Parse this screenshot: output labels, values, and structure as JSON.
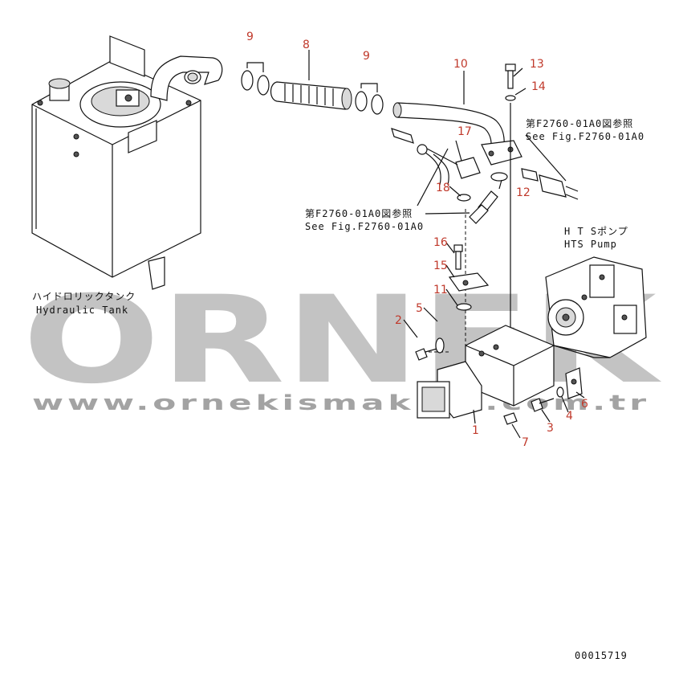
{
  "parts": {
    "n1": "1",
    "n2": "2",
    "n3": "3",
    "n4": "4",
    "n5": "5",
    "n6": "6",
    "n7": "7",
    "n8": "8",
    "n9a": "9",
    "n9b": "9",
    "n10": "10",
    "n11": "11",
    "n12": "12",
    "n13": "13",
    "n14": "14",
    "n15": "15",
    "n16": "16",
    "n17": "17",
    "n18": "18"
  },
  "labels": {
    "tank_jp": "ハイドロリックタンク",
    "tank_en": "Hydraulic Tank",
    "hts_jp": "H T Sポンプ",
    "hts_en": "HTS Pump",
    "ref1_jp": "第F2760-01A0図参照",
    "ref1_en": "See Fig.F2760-01A0",
    "ref2_jp": "第F2760-01A0図参照",
    "ref2_en": "See Fig.F2760-01A0",
    "doc_no": "00015719"
  },
  "watermark": {
    "brand": "ORNEK",
    "url": "www.ornekismakina.com.tr"
  },
  "colors": {
    "part_number": "#c0392b",
    "line": "#111111",
    "watermark": "#b9b9b9"
  }
}
